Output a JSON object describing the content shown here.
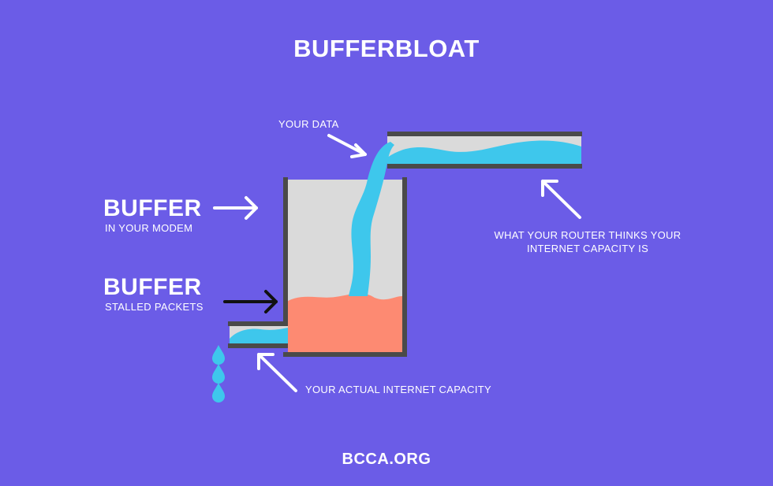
{
  "title": "BUFFERBLOAT",
  "labels": {
    "buffer_modem": {
      "title": "BUFFER",
      "subtitle": "IN YOUR MODEM"
    },
    "buffer_stalled": {
      "title": "BUFFER",
      "subtitle": "STALLED PACKETS"
    },
    "your_data": "YOUR DATA",
    "router_capacity": "WHAT YOUR ROUTER THINKS YOUR INTERNET CAPACITY IS",
    "actual_capacity": "YOUR ACTUAL INTERNET CAPACITY"
  },
  "footer": "BCCA.ORG",
  "colors": {
    "background": "#6b5ce7",
    "water": "#3ec7ec",
    "stalled": "#fd8a72",
    "container": "#dadada",
    "walls": "#4a4a4a",
    "text": "#ffffff"
  }
}
